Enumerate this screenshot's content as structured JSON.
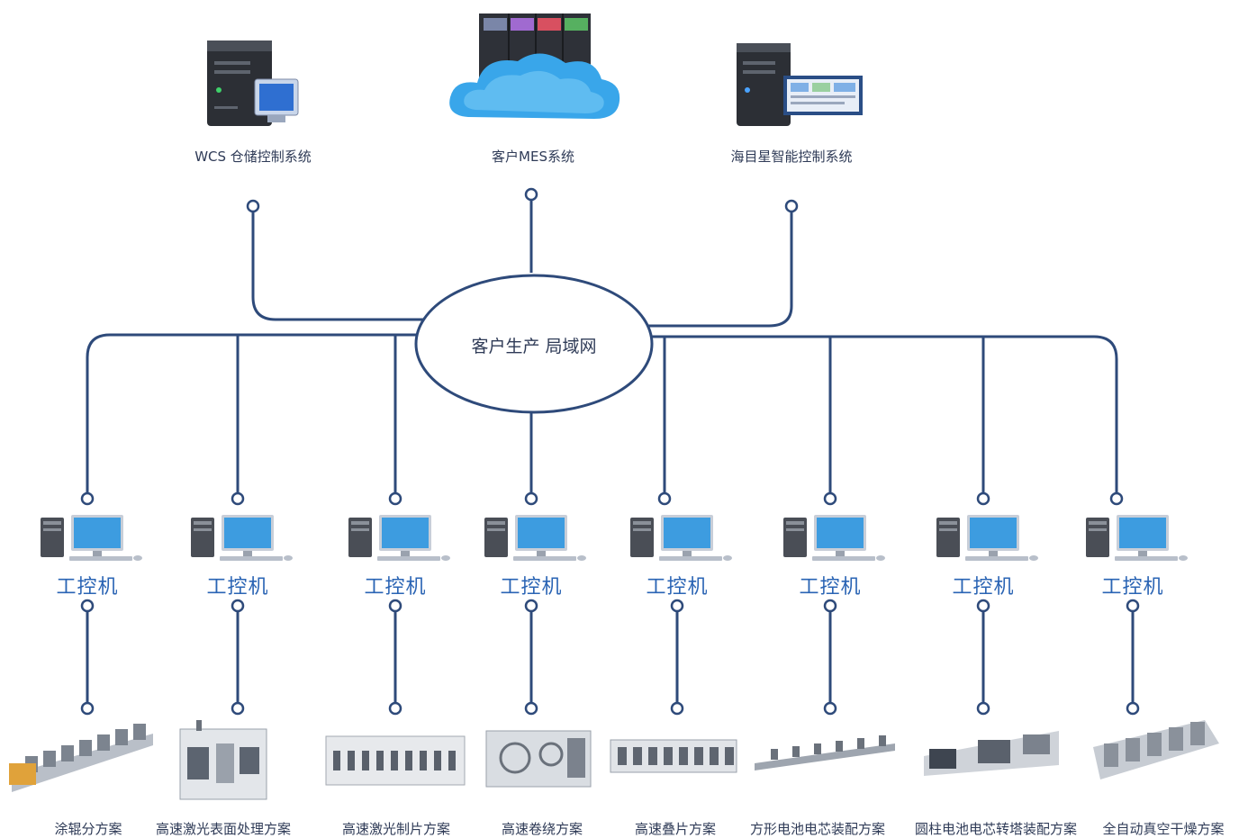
{
  "colors": {
    "line": "#2e4a7a",
    "hub_stroke": "#2e4a7a",
    "ipc_label": "#2a64b4",
    "cloud": "#3aa3e6",
    "monitor_screen": "#3d9ce0",
    "text": "#2f3b57"
  },
  "systems": [
    {
      "label": "WCS 仓储控制系统",
      "icon": "server-with-monitor-icon"
    },
    {
      "label": "客户MES系统",
      "icon": "cloud-server-rack-icon"
    },
    {
      "label": "海目星智能控制系统",
      "icon": "server-with-dashboard-icon"
    }
  ],
  "hub": {
    "label": "客户生产 局域网"
  },
  "stations": [
    {
      "ipc_label": "工控机",
      "solution": "涂辊分方案",
      "icon": "roll-coating-machine-icon"
    },
    {
      "ipc_label": "工控机",
      "solution": "高速激光表面处理方案",
      "icon": "laser-cabinet-machine-icon"
    },
    {
      "ipc_label": "工控机",
      "solution": "高速激光制片方案",
      "icon": "laser-cutting-line-icon"
    },
    {
      "ipc_label": "工控机",
      "solution": "高速卷绕方案",
      "icon": "winding-machine-icon"
    },
    {
      "ipc_label": "工控机",
      "solution": "高速叠片方案",
      "icon": "stacking-machine-icon"
    },
    {
      "ipc_label": "工控机",
      "solution": "方形电池电芯装配方案",
      "icon": "assembly-line-icon"
    },
    {
      "ipc_label": "工控机",
      "solution": "圆柱电池电芯转塔装配方案",
      "icon": "turret-assembly-icon"
    },
    {
      "ipc_label": "工控机",
      "solution": "全自动真空干燥方案",
      "icon": "vacuum-drying-icon"
    }
  ]
}
